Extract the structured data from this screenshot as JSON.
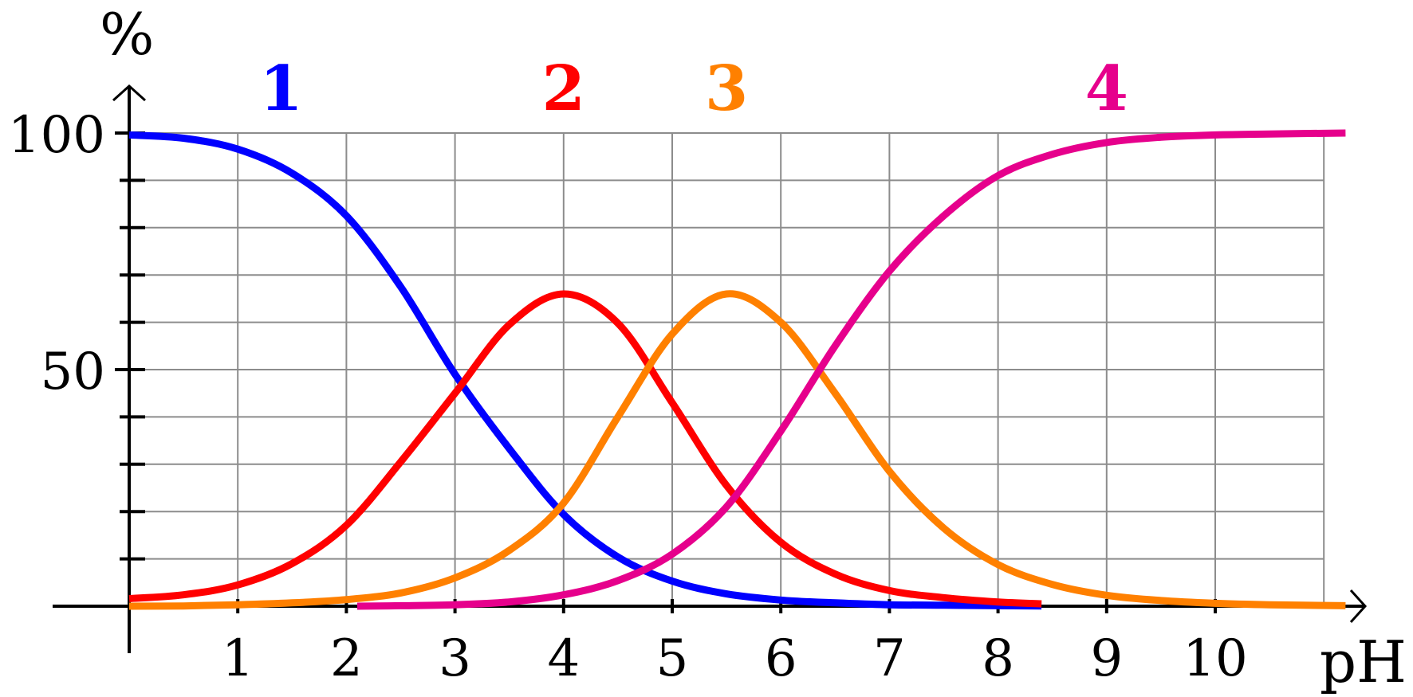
{
  "chart_data": {
    "type": "line",
    "xlabel": "pH",
    "ylabel": "%",
    "xlim": [
      0,
      11.2
    ],
    "ylim": [
      0,
      100
    ],
    "grid": true,
    "x_ticks": [
      "1",
      "2",
      "3",
      "4",
      "5",
      "6",
      "7",
      "8",
      "9",
      "10"
    ],
    "y_tick_labels": [
      {
        "value": 100,
        "label": "100"
      },
      {
        "value": 50,
        "label": "50"
      }
    ],
    "y_minor_ticks": [
      10,
      20,
      30,
      40,
      60,
      70,
      80,
      90
    ],
    "series": [
      {
        "name": "1",
        "color": "#0000ff",
        "x": [
          0,
          0.5,
          1,
          1.5,
          2,
          2.5,
          3,
          3.5,
          4,
          4.5,
          5,
          5.5,
          6,
          6.5,
          7,
          7.5,
          8,
          8.4
        ],
        "y": [
          99.6,
          98.9,
          96.6,
          91.5,
          82.5,
          67.5,
          49.0,
          33.3,
          19.4,
          10.4,
          5.3,
          2.6,
          1.3,
          0.7,
          0.3,
          0.2,
          0.1,
          0.05
        ]
      },
      {
        "name": "2",
        "color": "#ff0000",
        "x": [
          0,
          0.5,
          1,
          1.5,
          2,
          2.5,
          3,
          3.5,
          4,
          4.5,
          5,
          5.5,
          6,
          6.5,
          7,
          7.5,
          8,
          8.4
        ],
        "y": [
          1.6,
          2.4,
          4.5,
          9.0,
          17.1,
          30.5,
          45.0,
          59.5,
          66.0,
          59.8,
          43.0,
          25.5,
          13.5,
          6.8,
          3.3,
          1.8,
          0.9,
          0.5
        ]
      },
      {
        "name": "3",
        "color": "#ff8000",
        "x": [
          0,
          0.5,
          1,
          1.5,
          2,
          2.5,
          3,
          3.5,
          4,
          4.5,
          5,
          5.5,
          6,
          6.5,
          7,
          7.5,
          8,
          8.5,
          9,
          9.5,
          10,
          10.5,
          11.2
        ],
        "y": [
          0,
          0.05,
          0.3,
          0.7,
          1.4,
          2.8,
          6.0,
          11.8,
          21.8,
          40.0,
          57.5,
          66.0,
          60.0,
          45.0,
          28.5,
          16.5,
          8.8,
          4.6,
          2.3,
          1.2,
          0.6,
          0.3,
          0.1
        ]
      },
      {
        "name": "4",
        "color": "#e6008c",
        "x": [
          2.1,
          2.5,
          3,
          3.5,
          4,
          4.5,
          5,
          5.5,
          6,
          6.5,
          7,
          7.5,
          8,
          8.5,
          9,
          9.5,
          10,
          10.5,
          11.2
        ],
        "y": [
          0,
          0.1,
          0.3,
          0.9,
          2.4,
          5.4,
          11.0,
          21.0,
          37.0,
          55.0,
          70.8,
          82.5,
          91.0,
          95.5,
          98.0,
          99.1,
          99.6,
          99.8,
          100
        ]
      }
    ]
  }
}
